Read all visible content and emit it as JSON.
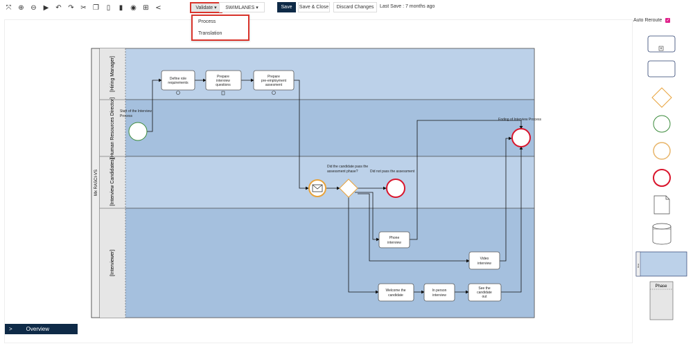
{
  "toolbar": {
    "icons": [
      "fit-icon",
      "zoom-in-icon",
      "zoom-out-icon",
      "play-icon",
      "undo-icon",
      "redo-icon",
      "cut-icon",
      "copy-icon",
      "paste-icon",
      "delete-icon",
      "paint-icon",
      "grid-icon",
      "share-icon"
    ],
    "validate_label": "Validate ▾",
    "swimlanes_label": "SWIMLANES ▾",
    "save_label": "Save",
    "save_close_label": "Save & Close",
    "discard_label": "Discard Changes",
    "last_save": "Last Save : 7 months ago"
  },
  "validate_menu": {
    "items": [
      "Process",
      "Translation"
    ]
  },
  "auto_reroute": {
    "label": "Auto Reroute",
    "checked": true
  },
  "overview": {
    "label": "Overview"
  },
  "pool": {
    "label": "Mx RASCI-VS",
    "lanes": [
      {
        "label": "[Hiring Manager]"
      },
      {
        "label": "[Human Resources Director]"
      },
      {
        "label": "[Interview Candidates]"
      },
      {
        "label": "[Interviewer]"
      }
    ]
  },
  "tasks": {
    "define": [
      "Define role",
      "requirements"
    ],
    "prepare_q": [
      "Prepare",
      "interview",
      "questions"
    ],
    "prepare_a": [
      "Prepare",
      "pre-employment",
      "assesment"
    ],
    "phone": [
      "Phone",
      "interview"
    ],
    "video": [
      "Video",
      "interview"
    ],
    "welcome": [
      "Welcome the",
      "candidate"
    ],
    "inperson": [
      "In person",
      "interview"
    ],
    "see_out": [
      "See the",
      "candidate",
      "out"
    ]
  },
  "annotations": {
    "start": [
      "Start of the Interview",
      "Process"
    ],
    "gateway": [
      "Did the candidate pass the",
      "assessment phase?"
    ],
    "not_pass": "Did not pass the assessment",
    "end": "Ending of Interview Process"
  },
  "palette": {
    "phase_label": "Phase",
    "row_label": "Row"
  },
  "colors": {
    "navy": "#0e2a47",
    "lane_light": "#bcd1e9",
    "lane_dark": "#a5c0de",
    "start_green": "#3a8a3a",
    "end_red": "#d9142b",
    "gateway_orange": "#e8a23a",
    "highlight_red": "#d9342b"
  }
}
